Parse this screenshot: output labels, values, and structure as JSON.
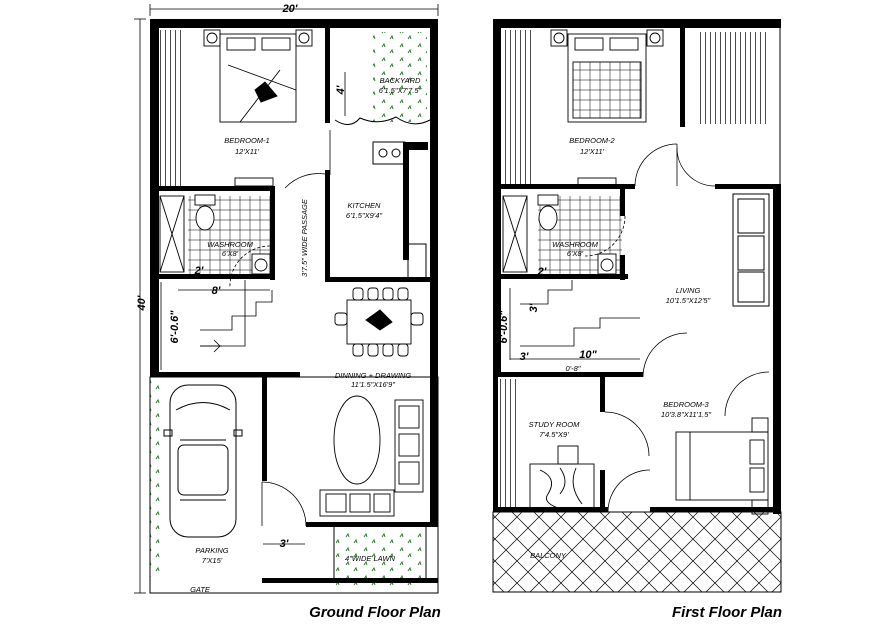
{
  "ground": {
    "title": "Ground Floor Plan",
    "width_dim": "20'",
    "height_dim": "40'",
    "dim_4": "4'",
    "dim_2": "2'",
    "dim_8": "8'",
    "dim_6_06": "6'-0.6\"",
    "dim_3": "3'",
    "passage": "3'7.5\" WIDE PASSAGE",
    "bedroom1_name": "BEDROOM-1",
    "bedroom1_size": "12'X11'",
    "backyard_name": "BACKYARD",
    "backyard_size": "6'1.5\"X7'7.5\"",
    "kitchen_name": "KITCHEN",
    "kitchen_size": "6'1.5\"X9'4\"",
    "washroom_name": "WASHROOM",
    "washroom_size": "6'X8'",
    "dining_name": "DINNING + DRAWING",
    "dining_size": "11'1.5\"X16'9\"",
    "parking_name": "PARKING",
    "parking_size": "7'X15'",
    "lawn": "4\"WIDE LAWN",
    "gate": "GATE"
  },
  "first": {
    "title": "First Floor Plan",
    "bedroom2_name": "BEDROOM-2",
    "bedroom2_size": "12'X11'",
    "washroom_name": "WASHROOM",
    "washroom_size": "6'X8'",
    "living_name": "LIVING",
    "living_size": "10'1.5\"X12'5\"",
    "dim_2": "2'",
    "dim_3a": "3'",
    "dim_6_06": "6'-0.6\"",
    "dim_3b": "3'",
    "dim_10": "10\"",
    "dim_0_8": "0'-8\"",
    "bedroom3_name": "BEDROOM-3",
    "bedroom3_size": "10'3.8\"X11'1.5\"",
    "study_name": "STUDY ROOM",
    "study_size": "7'4.5\"X9'",
    "balcony": "BALCONY"
  }
}
